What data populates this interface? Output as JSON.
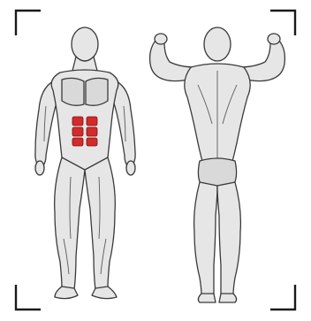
{
  "colors": {
    "background": "#ffffff",
    "muscle_fill": "#e6e6e6",
    "muscle_outline": "#3a3a3a",
    "muscle_shade": "#bdbdbd",
    "highlight": "#d42a2a",
    "corner_marks": "#1a1a1a"
  },
  "figures": [
    {
      "view": "front",
      "highlighted_muscle": "rectus-abdominis"
    },
    {
      "view": "back",
      "highlighted_muscle": ""
    }
  ]
}
